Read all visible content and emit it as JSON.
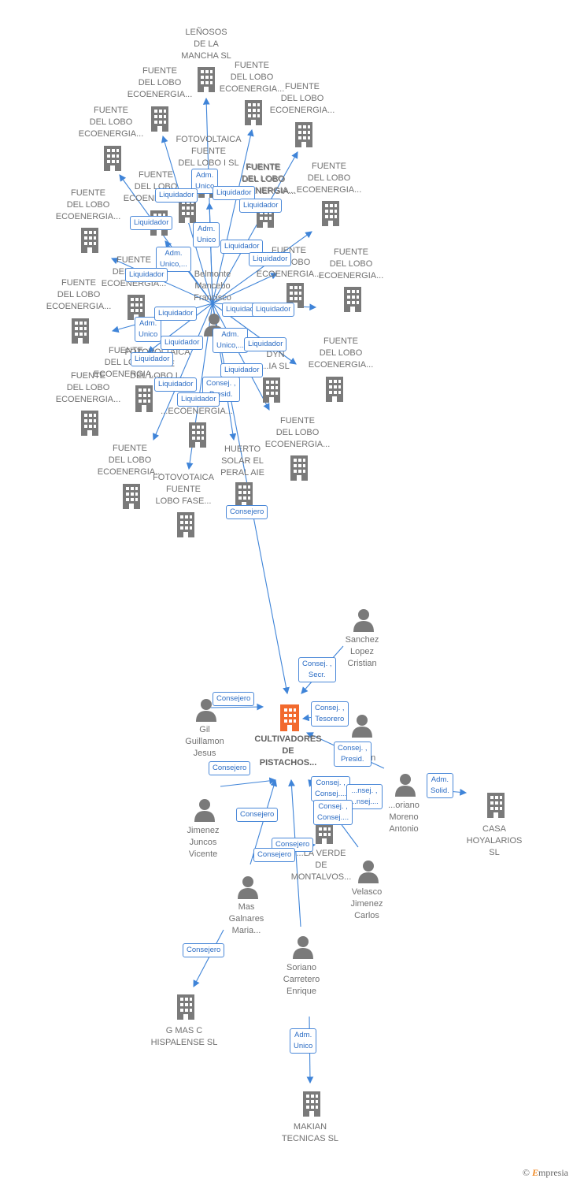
{
  "main_node": {
    "label": "CULTIVADORES\nDE\nPISTACHOS..."
  },
  "companies": [
    {
      "id": "c1",
      "label": "LEÑOSOS\nDE LA\nMANCHA  SL"
    },
    {
      "id": "c2",
      "label": "FUENTE\nDEL LOBO\nECOENERGIA..."
    },
    {
      "id": "c3",
      "label": "FUENTE\nDEL LOBO\nECOENERGIA..."
    },
    {
      "id": "c4",
      "label": "FUENTE\nDEL LOBO\nECOENERGIA..."
    },
    {
      "id": "c5",
      "label": "FUENTE\nDEL LOBO\nECOENERGIA..."
    },
    {
      "id": "c6",
      "label": "FOTOVOLTAICA\nFUENTE\nDEL LOBO I SL"
    },
    {
      "id": "c7",
      "label": "FUENTE\nDEL LOBO\nECOENERGIA..."
    },
    {
      "id": "c8",
      "label": "FUENTE\nDEL LOBO\nECOENERGIA..."
    },
    {
      "id": "c9",
      "label": "FUENTE\nDEL LOBO\nECOENERGIA..."
    },
    {
      "id": "c10",
      "label": "FUENTE\nDEL LOBO\nECOENERGIA..."
    },
    {
      "id": "c11",
      "label": "FUENTE\nDEL LOBO\nECOENERGIA..."
    },
    {
      "id": "c12",
      "label": "FUENTE\nDEL LOBO\nECOENERGIA..."
    },
    {
      "id": "c13",
      "label": "FUENTE\nDEL LOBO\nECOENERGIA..."
    },
    {
      "id": "c14",
      "label": "FUENTE\nDEL LOBO\nECOENERGIA..."
    },
    {
      "id": "c15",
      "label": "FUENTE\nDEL LOBO\nECOENERGIA..."
    },
    {
      "id": "c16",
      "label": "FOTOVOLTAICA\nFUENTE\nDEL LOBO I..."
    },
    {
      "id": "c17",
      "label": "DYN\n...IA  SL"
    },
    {
      "id": "c18",
      "label": "FUENTE\nDEL LOBO\nECOENERGIA..."
    },
    {
      "id": "c19",
      "label": "FUENTE\nDEL LOBO\nECOENERGIA..."
    },
    {
      "id": "c20",
      "label": "FUENTE\nDEL LOBO\nECOENERGIA..."
    },
    {
      "id": "c21",
      "label": "...ECOENERGIA..."
    },
    {
      "id": "c22",
      "label": "FUENTE\nDEL LOBO\nECOENERGIA..."
    },
    {
      "id": "c23",
      "label": "FUENTE\nDEL LOBO\nECOENERGIA..."
    },
    {
      "id": "c24",
      "label": "HUERTO\nSOLAR EL\nPERAL  AIE"
    },
    {
      "id": "c25",
      "label": "FOTOVOTAICA\nFUENTE\nLOBO FASE..."
    },
    {
      "id": "c26",
      "label": "CASA\nHOYALARIOS\nSL"
    },
    {
      "id": "c27",
      "label": "...LA VERDE\nDE\nMONTALVOS..."
    },
    {
      "id": "c28",
      "label": "G MAS C\nHISPALENSE SL"
    },
    {
      "id": "c29",
      "label": "MAKIAN\nTECNICAS  SL"
    }
  ],
  "persons": [
    {
      "id": "p1",
      "label": "Belmonte\nMancebo\nFrancisco"
    },
    {
      "id": "p2",
      "label": "Sanchez\nLopez\nCristian"
    },
    {
      "id": "p3",
      "label": "Gil\nGuillamon\nJesus"
    },
    {
      "id": "p4",
      "label": "...\nJoaquin"
    },
    {
      "id": "p5",
      "label": "...oriano\nMoreno\nAntonio"
    },
    {
      "id": "p6",
      "label": "Jimenez\nJuncos\nVicente"
    },
    {
      "id": "p7",
      "label": "Velasco\nJimenez\nCarlos"
    },
    {
      "id": "p8",
      "label": "Mas\nGalnares\nMaria..."
    },
    {
      "id": "p9",
      "label": "Soriano\nCarretero\nEnrique"
    }
  ],
  "edge_labels": [
    "Adm.\nUnico",
    "Liquidador",
    "Liquidador",
    "Liquidador",
    "Liquidador",
    "Adm.\nUnico,...",
    "Adm.\nUnico",
    "Liquidador",
    "Liquidador",
    "Liquidador",
    "Liquidador",
    "Liquidador",
    "Adm.\nUnico",
    "Liquidador",
    "Adm.\nUnico,...",
    "Liquidador",
    "Liquidador",
    "Liquidador",
    "Liquidador",
    "Liquidador",
    "Consej. ,\nPresid.",
    "Liquidador",
    "Consejero",
    "Consej. ,\nSecr.",
    "Consejero",
    "Consej. ,\nTesorero",
    "Consej. ,\nPresid.",
    "Adm.\nSolid.",
    "Consejero",
    "Consej. ,\nConsej....",
    "...nsej. ,\n...nsej....",
    "Consej. ,\nConsej....",
    "Consejero",
    "Consejero",
    "Consejero",
    "Consejero",
    "Adm.\nUnico"
  ],
  "colors": {
    "node": "#7a7a7a",
    "main": "#f26a2e",
    "edge": "#3f84d8"
  },
  "brand": {
    "symbol": "©",
    "name": "mpresia",
    "initial": "E"
  }
}
